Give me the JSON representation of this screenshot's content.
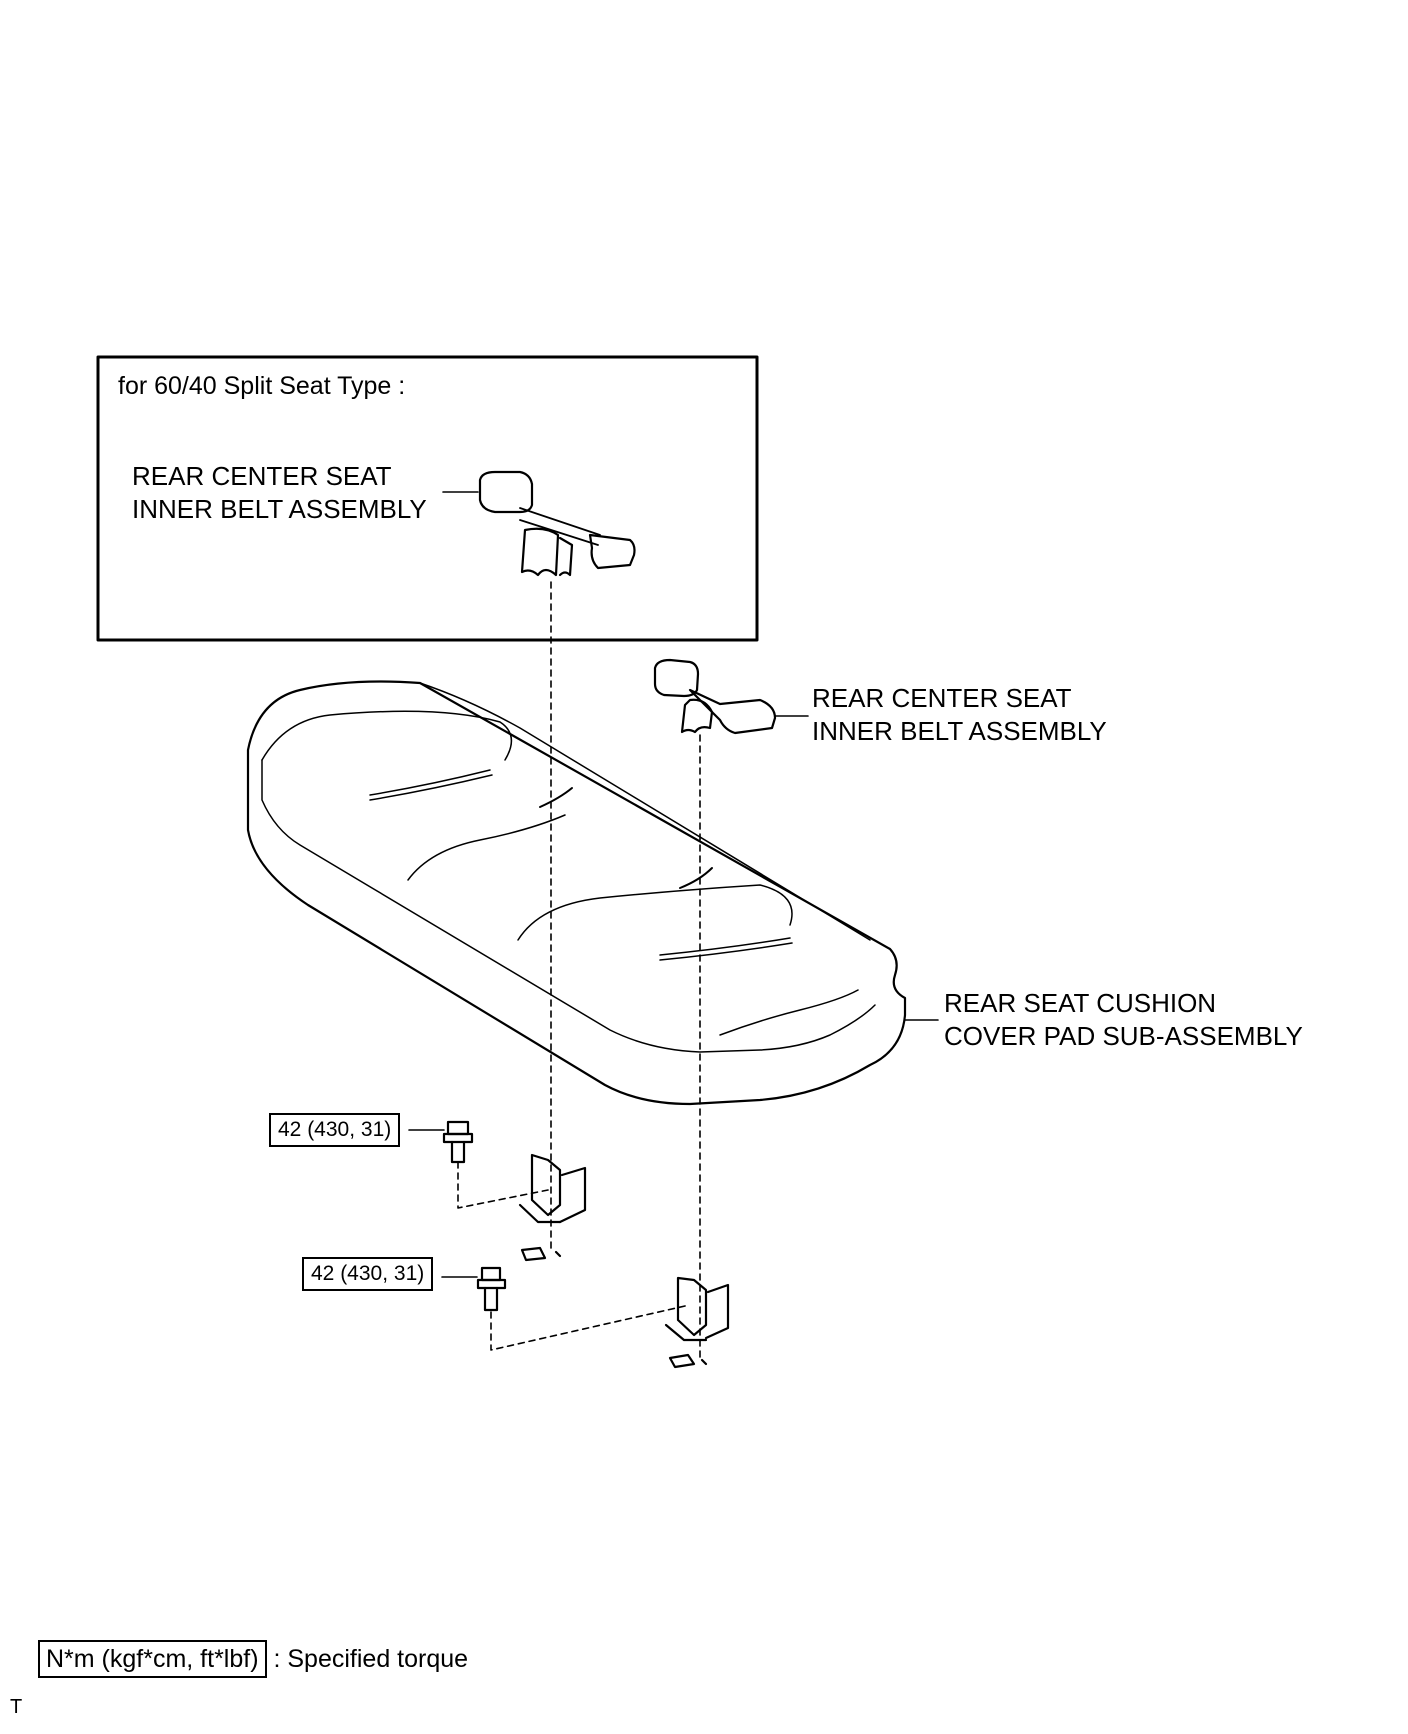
{
  "inset": {
    "title": "for 60/40 Split Seat   Type :",
    "belt_label": [
      "REAR CENTER SEAT",
      "INNER BELT ASSEMBLY"
    ]
  },
  "belt_label": [
    "REAR CENTER SEAT",
    "INNER BELT ASSEMBLY"
  ],
  "cushion_label": [
    "REAR SEAT CUSHION",
    "COVER PAD SUB-ASSEMBLY"
  ],
  "torque_values": [
    "42 (430, 31)",
    "42 (430, 31)"
  ],
  "legend": {
    "unit": "N*m (kgf*cm, ft*lbf)",
    "description": ": Specified torque"
  },
  "corner_mark": "T"
}
